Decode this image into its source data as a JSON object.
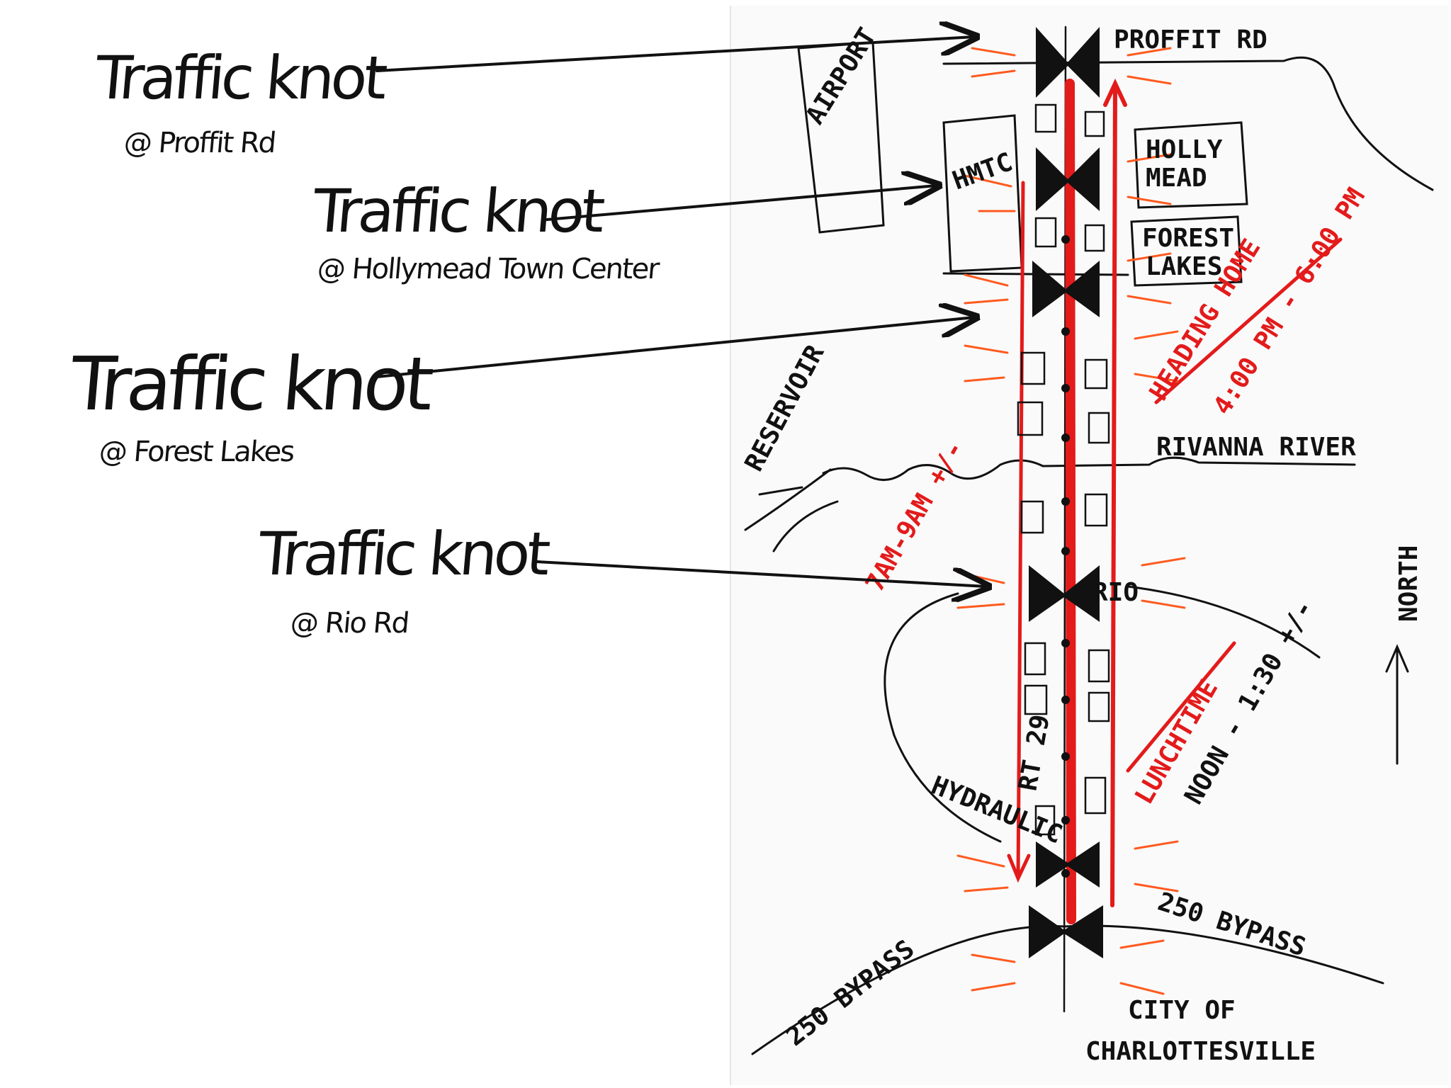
{
  "callouts": [
    {
      "title": "Traffic knot",
      "subtitle": "@ Proffit Rd"
    },
    {
      "title": "Traffic knot",
      "subtitle": "@ Hollymead Town Center"
    },
    {
      "title": "Traffic knot",
      "subtitle": "@ Forest Lakes"
    },
    {
      "title": "Traffic knot",
      "subtitle": "@ Rio Rd"
    }
  ],
  "map_labels": {
    "proffit_rd": "PROFFIT RD",
    "airport": "AIRPORT",
    "hmtc": "HMTC",
    "holly_mead": [
      "HOLLY",
      "MEAD"
    ],
    "forest_lakes": [
      "FOREST",
      "LAKES"
    ],
    "heading_home": "HEADING HOME",
    "evening_time": "4:00 PM - 6:00 PM",
    "reservoir": "RESERVOIR",
    "rivanna_river": "RIVANNA RIVER",
    "morning_time": "7AM-9AM +/-",
    "rio": "RIO",
    "north": "NORTH",
    "lunchtime": "LUNCHTIME",
    "lunch_time": "NOON - 1:30 +/-",
    "rt29": "RT 29",
    "hydraulic": "HYDRAULIC",
    "bypass_right": "250 BYPASS",
    "bypass_left": "250 BYPASS",
    "city": [
      "CITY OF",
      "CHARLOTTESVILLE"
    ]
  },
  "colors": {
    "ink": "#111111",
    "red_marker": "#e31b1b",
    "orange_ticks": "#ff5a1f",
    "paper": "#fafafa"
  }
}
